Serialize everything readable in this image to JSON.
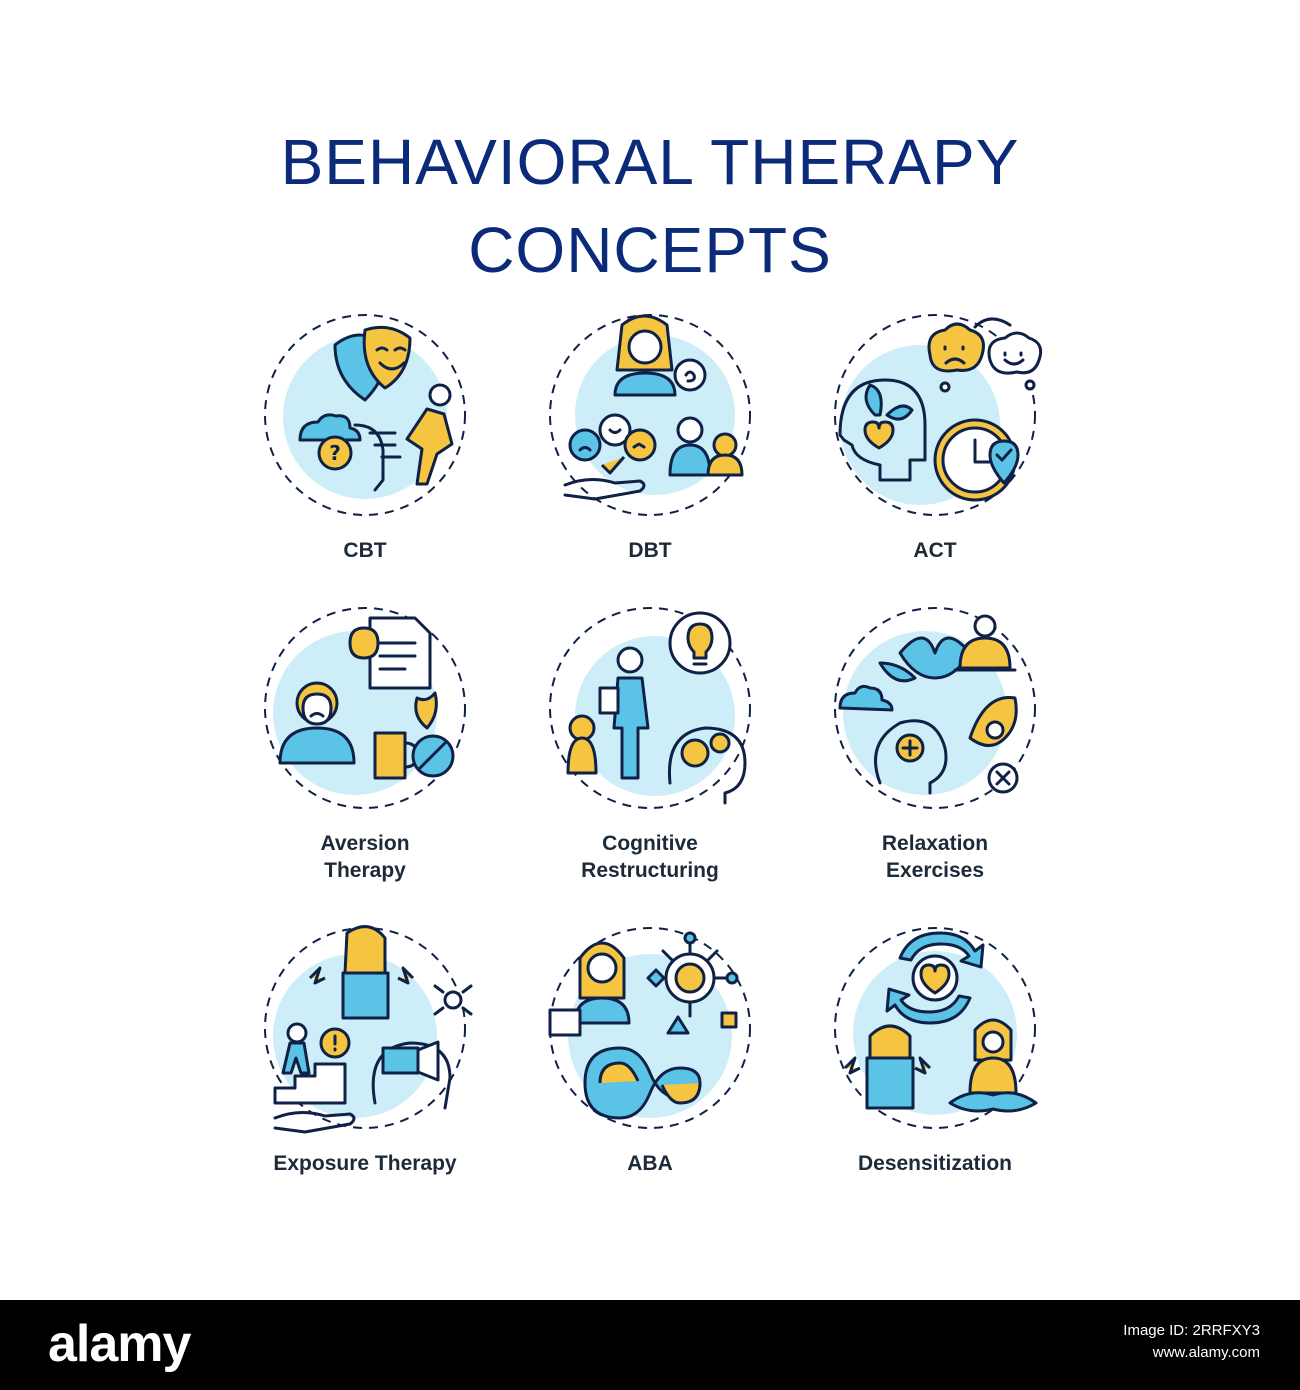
{
  "title": {
    "line1": "BEHAVIORAL THERAPY",
    "line2": "CONCEPTS"
  },
  "colors": {
    "title": "#0b2a7a",
    "accent_blue": "#5bc4e6",
    "accent_yellow": "#f5c440",
    "circle_fill": "#cdeef8",
    "outline": "#0f2147"
  },
  "concepts": [
    {
      "label_line1": "CBT",
      "label_line2": "",
      "icon": "theater-masks-runner-icon"
    },
    {
      "label_line1": "DBT",
      "label_line2": "",
      "icon": "therapist-emotions-icon"
    },
    {
      "label_line1": "ACT",
      "label_line2": "",
      "icon": "mind-clock-mood-icon"
    },
    {
      "label_line1": "Aversion",
      "label_line2": "Therapy",
      "icon": "addiction-aversion-icon"
    },
    {
      "label_line1": "Cognitive",
      "label_line2": "Restructuring",
      "icon": "lightbulb-gears-icon"
    },
    {
      "label_line1": "Relaxation",
      "label_line2": "Exercises",
      "icon": "lotus-meditation-icon"
    },
    {
      "label_line1": "Exposure Therapy",
      "label_line2": "",
      "icon": "stairs-vr-spider-icon"
    },
    {
      "label_line1": "ABA",
      "label_line2": "",
      "icon": "infinity-network-icon"
    },
    {
      "label_line1": "Desensitization",
      "label_line2": "",
      "icon": "heart-cycle-calm-icon"
    }
  ],
  "footer": {
    "logo": "alamy",
    "image_id_line": "Image ID: 2RRFXY3",
    "site_line": "www.alamy.com"
  }
}
